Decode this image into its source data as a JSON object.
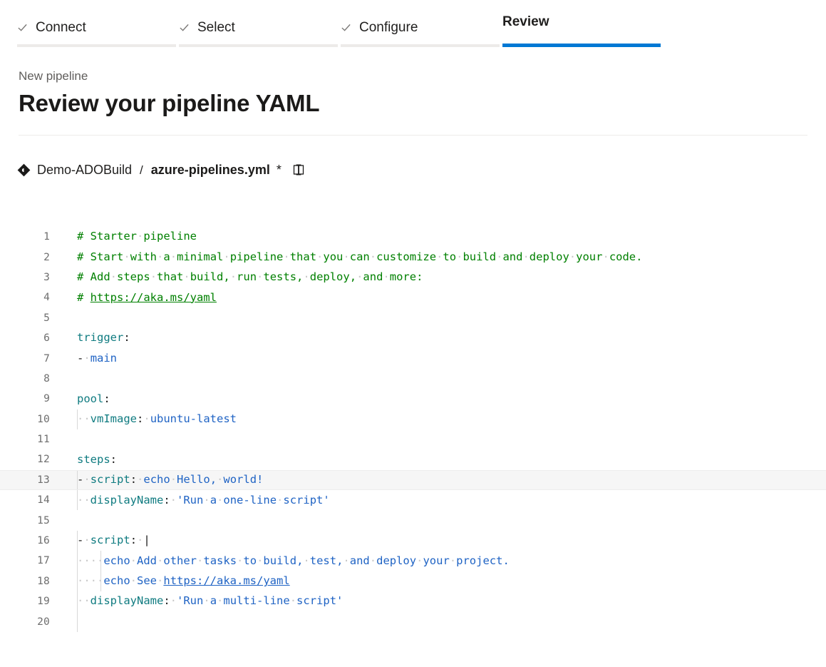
{
  "wizard": {
    "tabs": [
      {
        "label": "Connect",
        "state": "done",
        "icon": "check-icon"
      },
      {
        "label": "Select",
        "state": "done",
        "icon": "check-icon"
      },
      {
        "label": "Configure",
        "state": "done",
        "icon": "check-icon"
      },
      {
        "label": "Review",
        "state": "active",
        "icon": ""
      }
    ],
    "active_color": "#0078d4",
    "inactive_bar_color": "#edebe9"
  },
  "header": {
    "eyebrow": "New pipeline",
    "title": "Review your pipeline YAML"
  },
  "breadcrumb": {
    "repo_icon": "git-repo-icon",
    "repo": "Demo-ADOBuild",
    "separator": "/",
    "file": "azure-pipelines.yml",
    "dirty_marker": "*",
    "branch_icon": "branch-compare-icon"
  },
  "editor": {
    "language": "yaml",
    "total_lines": 20,
    "highlighted_line": 13,
    "lines": [
      {
        "n": "1",
        "tokens": [
          {
            "t": "# ",
            "c": "c"
          },
          {
            "t": "Starter",
            "c": "c"
          },
          {
            "t": "·",
            "c": "ws"
          },
          {
            "t": "pipeline",
            "c": "c"
          }
        ]
      },
      {
        "n": "2",
        "tokens": [
          {
            "t": "# ",
            "c": "c"
          },
          {
            "t": "Start",
            "c": "c"
          },
          {
            "t": "·",
            "c": "ws"
          },
          {
            "t": "with",
            "c": "c"
          },
          {
            "t": "·",
            "c": "ws"
          },
          {
            "t": "a",
            "c": "c"
          },
          {
            "t": "·",
            "c": "ws"
          },
          {
            "t": "minimal",
            "c": "c"
          },
          {
            "t": "·",
            "c": "ws"
          },
          {
            "t": "pipeline",
            "c": "c"
          },
          {
            "t": "·",
            "c": "ws"
          },
          {
            "t": "that",
            "c": "c"
          },
          {
            "t": "·",
            "c": "ws"
          },
          {
            "t": "you",
            "c": "c"
          },
          {
            "t": "·",
            "c": "ws"
          },
          {
            "t": "can",
            "c": "c"
          },
          {
            "t": "·",
            "c": "ws"
          },
          {
            "t": "customize",
            "c": "c"
          },
          {
            "t": "·",
            "c": "ws"
          },
          {
            "t": "to",
            "c": "c"
          },
          {
            "t": "·",
            "c": "ws"
          },
          {
            "t": "build",
            "c": "c"
          },
          {
            "t": "·",
            "c": "ws"
          },
          {
            "t": "and",
            "c": "c"
          },
          {
            "t": "·",
            "c": "ws"
          },
          {
            "t": "deploy",
            "c": "c"
          },
          {
            "t": "·",
            "c": "ws"
          },
          {
            "t": "your",
            "c": "c"
          },
          {
            "t": "·",
            "c": "ws"
          },
          {
            "t": "code.",
            "c": "c"
          }
        ]
      },
      {
        "n": "3",
        "tokens": [
          {
            "t": "# ",
            "c": "c"
          },
          {
            "t": "Add",
            "c": "c"
          },
          {
            "t": "·",
            "c": "ws"
          },
          {
            "t": "steps",
            "c": "c"
          },
          {
            "t": "·",
            "c": "ws"
          },
          {
            "t": "that",
            "c": "c"
          },
          {
            "t": "·",
            "c": "ws"
          },
          {
            "t": "build,",
            "c": "c"
          },
          {
            "t": "·",
            "c": "ws"
          },
          {
            "t": "run",
            "c": "c"
          },
          {
            "t": "·",
            "c": "ws"
          },
          {
            "t": "tests,",
            "c": "c"
          },
          {
            "t": "·",
            "c": "ws"
          },
          {
            "t": "deploy,",
            "c": "c"
          },
          {
            "t": "·",
            "c": "ws"
          },
          {
            "t": "and",
            "c": "c"
          },
          {
            "t": "·",
            "c": "ws"
          },
          {
            "t": "more:",
            "c": "c"
          }
        ]
      },
      {
        "n": "4",
        "tokens": [
          {
            "t": "# ",
            "c": "c"
          },
          {
            "t": "https://aka.ms/yaml",
            "c": "cu"
          }
        ]
      },
      {
        "n": "5",
        "tokens": []
      },
      {
        "n": "6",
        "tokens": [
          {
            "t": "trigger",
            "c": "k"
          },
          {
            "t": ":",
            "c": "p"
          }
        ]
      },
      {
        "n": "7",
        "tokens": [
          {
            "t": "-",
            "c": "d"
          },
          {
            "t": "·",
            "c": "ws"
          },
          {
            "t": "main",
            "c": "v"
          }
        ]
      },
      {
        "n": "8",
        "tokens": []
      },
      {
        "n": "9",
        "tokens": [
          {
            "t": "pool",
            "c": "k"
          },
          {
            "t": ":",
            "c": "p"
          }
        ]
      },
      {
        "n": "10",
        "tokens": [
          {
            "t": "··",
            "c": "ws"
          },
          {
            "t": "vmImage",
            "c": "k"
          },
          {
            "t": ":",
            "c": "p"
          },
          {
            "t": "·",
            "c": "ws"
          },
          {
            "t": "ubuntu-latest",
            "c": "v"
          }
        ]
      },
      {
        "n": "11",
        "tokens": []
      },
      {
        "n": "12",
        "tokens": [
          {
            "t": "steps",
            "c": "k"
          },
          {
            "t": ":",
            "c": "p"
          }
        ]
      },
      {
        "n": "13",
        "tokens": [
          {
            "t": "-",
            "c": "d"
          },
          {
            "t": "·",
            "c": "ws"
          },
          {
            "t": "script",
            "c": "k"
          },
          {
            "t": ":",
            "c": "p"
          },
          {
            "t": "·",
            "c": "ws"
          },
          {
            "t": "echo",
            "c": "v"
          },
          {
            "t": "·",
            "c": "ws"
          },
          {
            "t": "Hello,",
            "c": "v"
          },
          {
            "t": "·",
            "c": "ws"
          },
          {
            "t": "world!",
            "c": "v"
          }
        ]
      },
      {
        "n": "14",
        "tokens": [
          {
            "t": "··",
            "c": "ws"
          },
          {
            "t": "displayName",
            "c": "k"
          },
          {
            "t": ":",
            "c": "p"
          },
          {
            "t": "·",
            "c": "ws"
          },
          {
            "t": "'Run",
            "c": "v"
          },
          {
            "t": "·",
            "c": "ws"
          },
          {
            "t": "a",
            "c": "v"
          },
          {
            "t": "·",
            "c": "ws"
          },
          {
            "t": "one-line",
            "c": "v"
          },
          {
            "t": "·",
            "c": "ws"
          },
          {
            "t": "script'",
            "c": "v"
          }
        ]
      },
      {
        "n": "15",
        "tokens": []
      },
      {
        "n": "16",
        "tokens": [
          {
            "t": "-",
            "c": "d"
          },
          {
            "t": "·",
            "c": "ws"
          },
          {
            "t": "script",
            "c": "k"
          },
          {
            "t": ":",
            "c": "p"
          },
          {
            "t": "·",
            "c": "ws"
          },
          {
            "t": "|",
            "c": "d"
          }
        ]
      },
      {
        "n": "17",
        "tokens": [
          {
            "t": "··",
            "c": "ws"
          },
          {
            "t": "··",
            "c": "ws"
          },
          {
            "t": "echo",
            "c": "v"
          },
          {
            "t": "·",
            "c": "ws"
          },
          {
            "t": "Add",
            "c": "v"
          },
          {
            "t": "·",
            "c": "ws"
          },
          {
            "t": "other",
            "c": "v"
          },
          {
            "t": "·",
            "c": "ws"
          },
          {
            "t": "tasks",
            "c": "v"
          },
          {
            "t": "·",
            "c": "ws"
          },
          {
            "t": "to",
            "c": "v"
          },
          {
            "t": "·",
            "c": "ws"
          },
          {
            "t": "build,",
            "c": "v"
          },
          {
            "t": "·",
            "c": "ws"
          },
          {
            "t": "test,",
            "c": "v"
          },
          {
            "t": "·",
            "c": "ws"
          },
          {
            "t": "and",
            "c": "v"
          },
          {
            "t": "·",
            "c": "ws"
          },
          {
            "t": "deploy",
            "c": "v"
          },
          {
            "t": "·",
            "c": "ws"
          },
          {
            "t": "your",
            "c": "v"
          },
          {
            "t": "·",
            "c": "ws"
          },
          {
            "t": "project.",
            "c": "v"
          }
        ]
      },
      {
        "n": "18",
        "tokens": [
          {
            "t": "··",
            "c": "ws"
          },
          {
            "t": "··",
            "c": "ws"
          },
          {
            "t": "echo",
            "c": "v"
          },
          {
            "t": "·",
            "c": "ws"
          },
          {
            "t": "See",
            "c": "v"
          },
          {
            "t": "·",
            "c": "ws"
          },
          {
            "t": "https://aka.ms/yaml",
            "c": "vu"
          }
        ]
      },
      {
        "n": "19",
        "tokens": [
          {
            "t": "··",
            "c": "ws"
          },
          {
            "t": "displayName",
            "c": "k"
          },
          {
            "t": ":",
            "c": "p"
          },
          {
            "t": "·",
            "c": "ws"
          },
          {
            "t": "'Run",
            "c": "v"
          },
          {
            "t": "·",
            "c": "ws"
          },
          {
            "t": "a",
            "c": "v"
          },
          {
            "t": "·",
            "c": "ws"
          },
          {
            "t": "multi-line",
            "c": "v"
          },
          {
            "t": "·",
            "c": "ws"
          },
          {
            "t": "script'",
            "c": "v"
          }
        ]
      },
      {
        "n": "20",
        "tokens": []
      }
    ],
    "plain_text": "# Starter pipeline\n# Start with a minimal pipeline that you can customize to build and deploy your code.\n# Add steps that build, run tests, deploy, and more:\n# https://aka.ms/yaml\n\ntrigger:\n- main\n\npool:\n  vmImage: ubuntu-latest\n\nsteps:\n- script: echo Hello, world!\n  displayName: 'Run a one-line script'\n\n- script: |\n    echo Add other tasks to build, test, and deploy your project.\n    echo See https://aka.ms/yaml\n  displayName: 'Run a multi-line script'\n",
    "colors": {
      "comment": "#008000",
      "key": "#0f7b80",
      "value": "#1f63c4",
      "punctuation": "#1b1a19",
      "gutter": "#6e6e6e",
      "whitespace_marker": "#c8c8c8",
      "highlight_bg": "#f6f6f6",
      "indent_guide": "#d8d8d8"
    }
  }
}
